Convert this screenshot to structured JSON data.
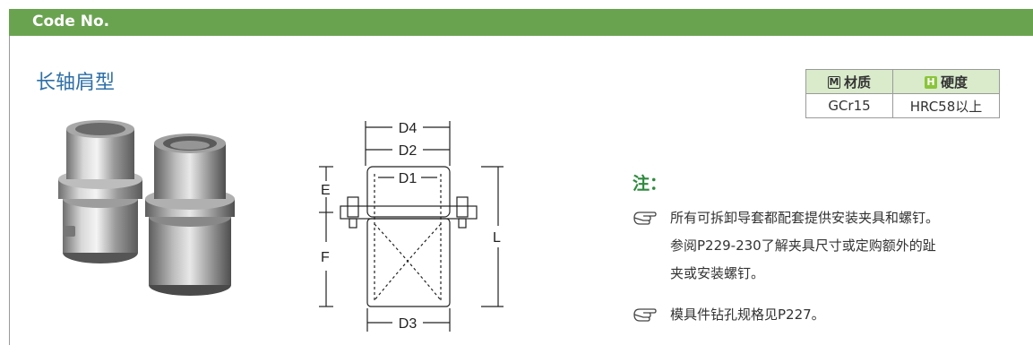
{
  "header": {
    "title": "Code No."
  },
  "subtitle": "长轴肩型",
  "spec_table": {
    "material_badge": "M",
    "material_label": "材质",
    "hardness_badge": "H",
    "hardness_label": "硬度",
    "material_value": "GCr15",
    "hardness_value": "HRC58以上"
  },
  "drawing_labels": {
    "d4": "D4",
    "d2": "D2",
    "d1": "D1",
    "d3": "D3",
    "e": "E",
    "f": "F",
    "l": "L"
  },
  "notes": {
    "title": "注：",
    "items": [
      {
        "lines": [
          "所有可拆卸导套都配套提供安装夹具和螺钉。",
          "参阅P229-230了解夹具尺寸或定购额外的趾",
          "夹或安装螺钉。"
        ]
      },
      {
        "lines": [
          "模具件钻孔规格见P227。"
        ]
      }
    ]
  },
  "colors": {
    "header_bg": "#6aa350",
    "subtitle": "#2e6fa8",
    "note_title": "#2e8b3e",
    "table_header_bg": "#d9ebcb"
  }
}
